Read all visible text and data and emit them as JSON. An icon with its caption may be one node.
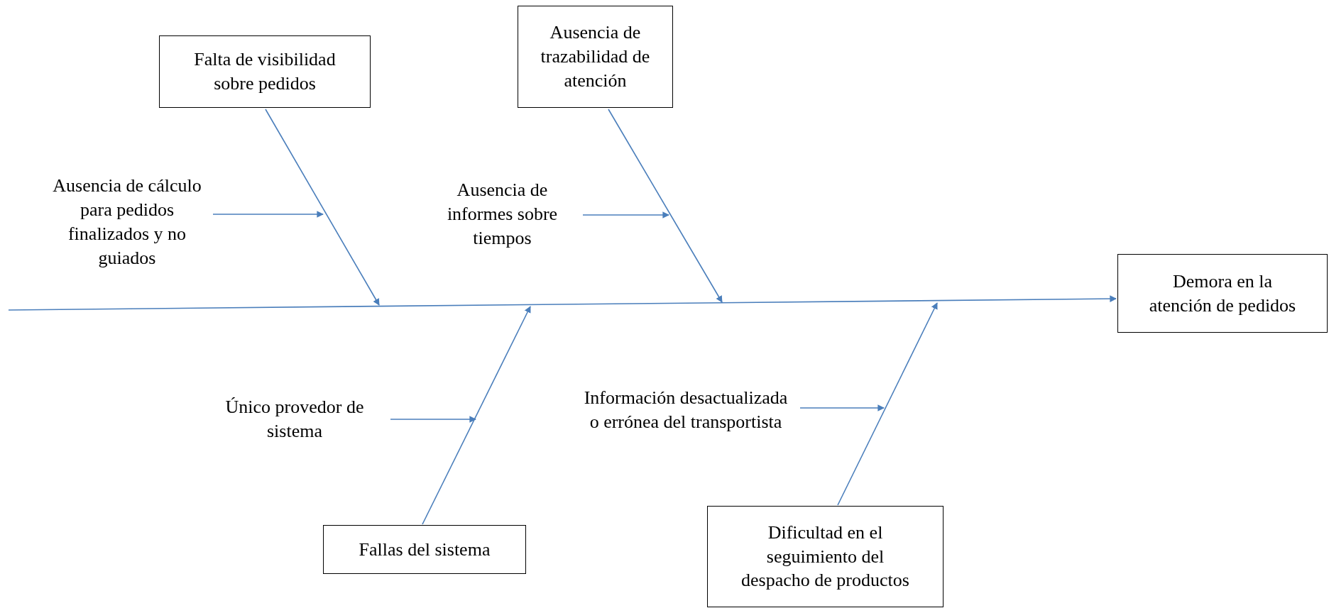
{
  "diagram": {
    "nodes": [
      {
        "text": [
          "Falta de visibilidad sobre pedidos"
        ]
      },
      {
        "text": [
          "Ausencia de trazabilidad de atención"
        ]
      },
      {
        "text": [
          "Ausencia de cálculo para pedidos finalizados y no guiados"
        ]
      },
      {
        "text": [
          "Ausencia de informes sobre tiempos"
        ]
      },
      {
        "text": [
          "Demora en la atención de pedidos"
        ]
      },
      {
        "text": [
          "Único provedor de sistema"
        ]
      },
      {
        "text": [
          "Información desactualizada o errónea del transportista"
        ]
      },
      {
        "text": [
          "Fallas del sistema"
        ]
      },
      {
        "text": [
          "Dificultad en el seguimiento del despacho de productos"
        ]
      }
    ],
    "edges": [
      {
        "from": null,
        "to": 4,
        "arrow": "to"
      },
      {
        "from": 0,
        "to": null,
        "arrow": "to"
      },
      {
        "from": 1,
        "to": null,
        "arrow": "to"
      },
      {
        "from": 7,
        "to": null,
        "arrow": "to"
      },
      {
        "from": 8,
        "to": null,
        "arrow": "to"
      },
      {
        "from": 2,
        "to": null,
        "arrow": "to"
      },
      {
        "from": 3,
        "to": null,
        "arrow": "to"
      },
      {
        "from": 5,
        "to": null,
        "arrow": "to"
      },
      {
        "from": 6,
        "to": null,
        "arrow": "to"
      }
    ]
  }
}
